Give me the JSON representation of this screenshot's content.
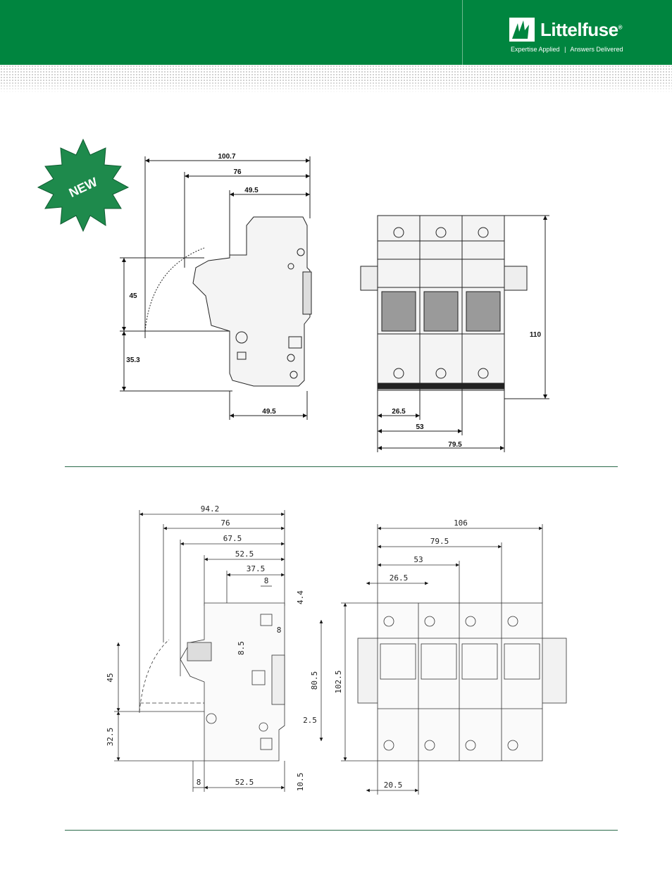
{
  "brand": {
    "name": "Littelfuse",
    "registered": "®",
    "tagline_left": "Expertise Applied",
    "tagline_sep": "|",
    "tagline_right": "Answers Delivered",
    "colors": {
      "primary_green": "#00853f",
      "badge_green": "#1e8a4c"
    }
  },
  "badge": {
    "label": "NEW",
    "icon": "starburst-badge"
  },
  "drawing_top": {
    "side_view_dims": [
      "100.7",
      "76",
      "49.5",
      "45",
      "35.3",
      "49.5"
    ],
    "front_view_dims": [
      "110",
      "26.5",
      "53",
      "79.5"
    ]
  },
  "drawing_bottom": {
    "side_view_dims": [
      "94.2",
      "76",
      "67.5",
      "52.5",
      "37.5",
      "8",
      "4.4",
      "8",
      "8.5",
      "80.5",
      "45",
      "32.5",
      "2.5",
      "10.5",
      "8",
      "52.5"
    ],
    "front_view_dims": [
      "106",
      "79.5",
      "53",
      "26.5",
      "102.5",
      "20.5"
    ]
  }
}
